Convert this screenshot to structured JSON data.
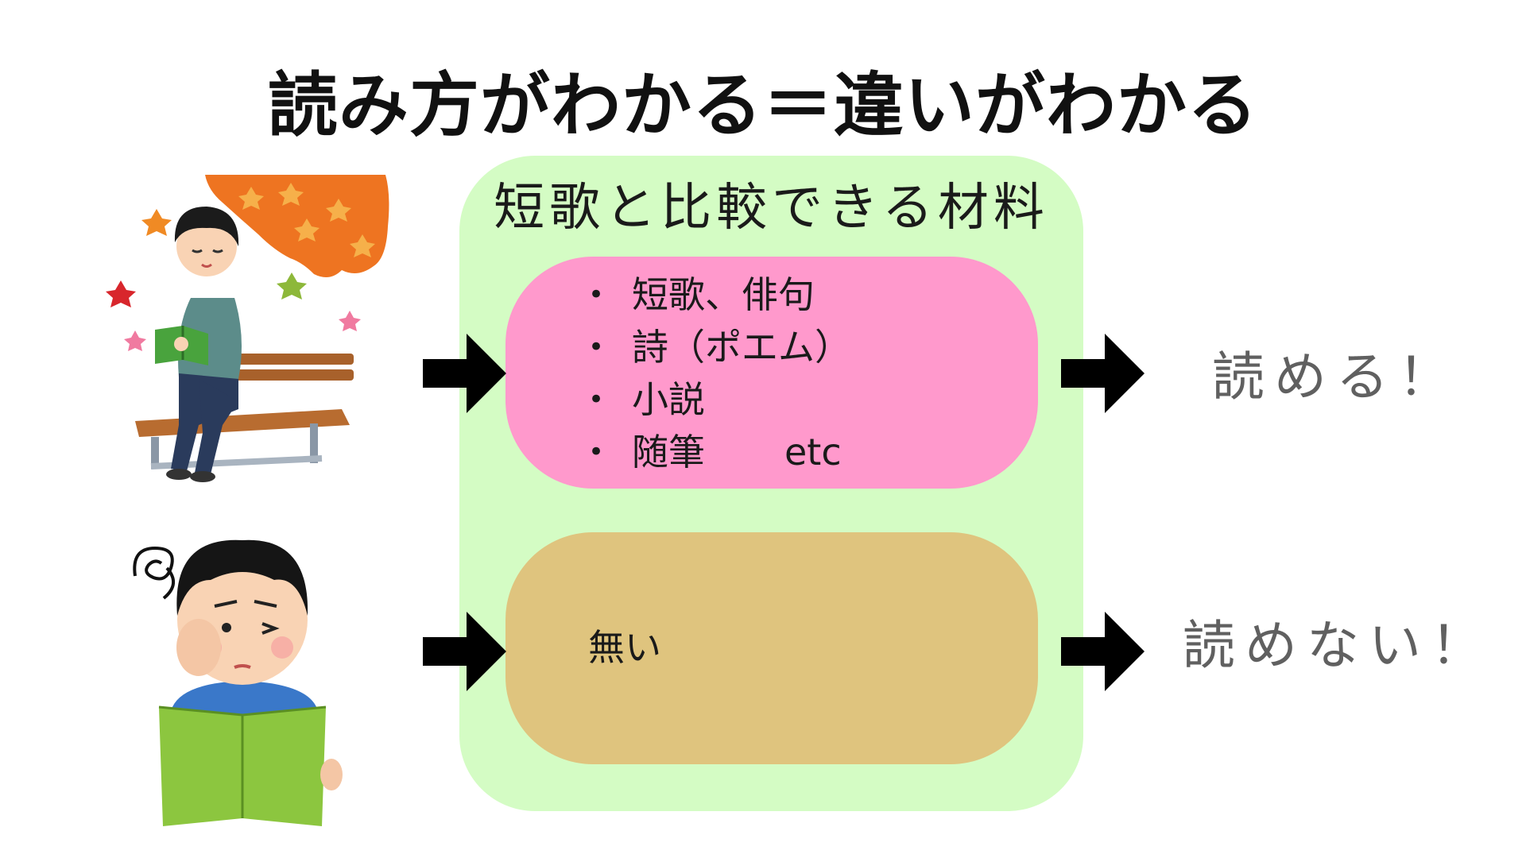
{
  "title": "読み方がわかる＝違いがわかる",
  "panel": {
    "heading": "短歌と比較できる材料",
    "materials": [
      "短歌、俳句",
      "詩（ポエム）",
      "小説",
      "随筆"
    ],
    "materials_suffix": "etc",
    "none_label": "無い"
  },
  "results": {
    "readable": "読める！",
    "unreadable": "読めない！"
  },
  "colors": {
    "panel_bg": "#d4fcc4",
    "materials_box": "#ff99cc",
    "none_box": "#dfc47e",
    "arrow": "#000000",
    "result_text": "#606060"
  },
  "icons": {
    "top_person": "person-reading-on-bench-autumn",
    "bottom_person": "confused-person-reading-book"
  }
}
